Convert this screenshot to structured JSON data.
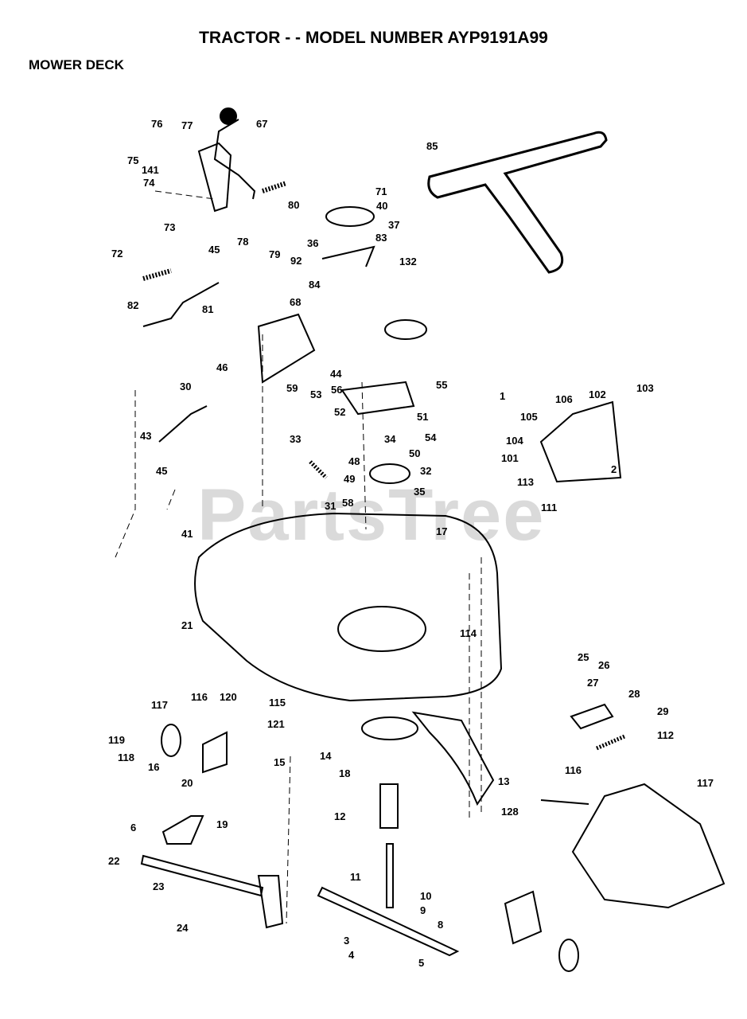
{
  "header": {
    "title": "TRACTOR - - MODEL NUMBER AYP9191A99",
    "subtitle": "MOWER DECK"
  },
  "watermark": {
    "text": "PartsTree"
  },
  "diagram": {
    "callouts": [
      "76",
      "77",
      "67",
      "75",
      "141",
      "74",
      "80",
      "73",
      "78",
      "79",
      "92",
      "72",
      "45",
      "81",
      "82",
      "71",
      "40",
      "37",
      "36",
      "83",
      "132",
      "84",
      "85",
      "68",
      "46",
      "44",
      "56",
      "55",
      "59",
      "53",
      "52",
      "51",
      "34",
      "54",
      "33",
      "48",
      "49",
      "50",
      "32",
      "31",
      "58",
      "35",
      "30",
      "43",
      "45",
      "41",
      "17",
      "21",
      "1",
      "106",
      "102",
      "103",
      "105",
      "104",
      "101",
      "2",
      "113",
      "111",
      "114",
      "116",
      "120",
      "115",
      "117",
      "119",
      "121",
      "118",
      "16",
      "15",
      "20",
      "14",
      "18",
      "13",
      "12",
      "128",
      "11",
      "10",
      "9",
      "8",
      "3",
      "4",
      "5",
      "6",
      "19",
      "22",
      "23",
      "24",
      "25",
      "26",
      "27",
      "28",
      "29",
      "112",
      "117",
      "116"
    ]
  }
}
